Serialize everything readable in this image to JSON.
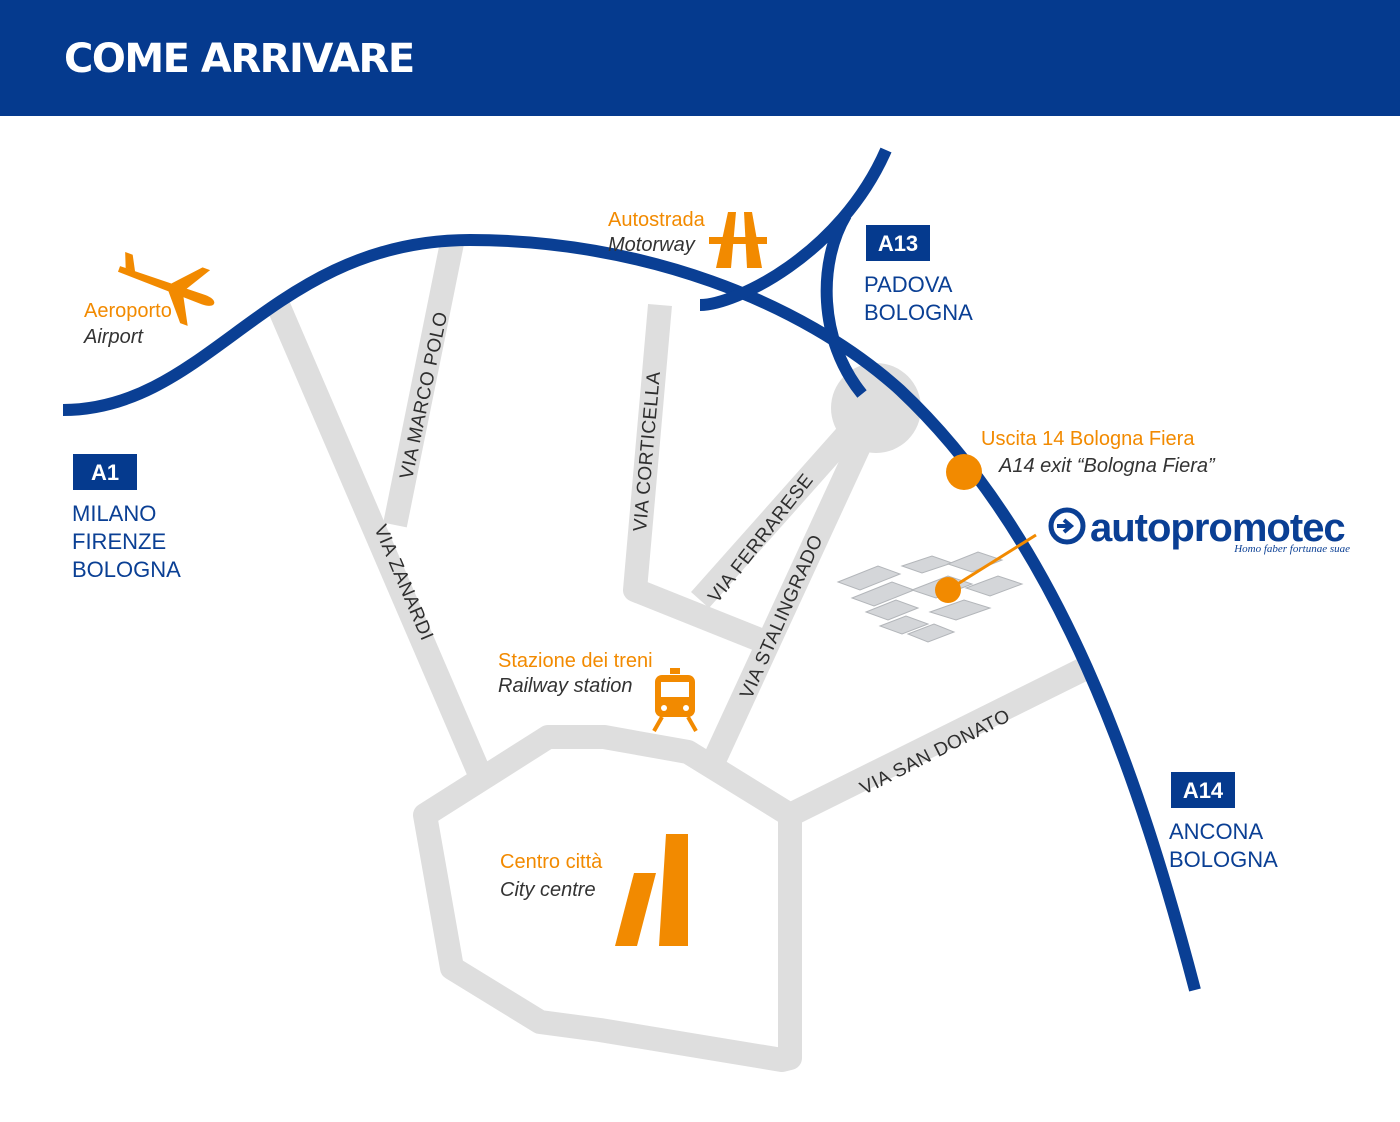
{
  "header": {
    "title": "COME ARRIVARE"
  },
  "colors": {
    "header_bg": "#053a8e",
    "highway": "#0a3f94",
    "accent": "#f28a00",
    "road": "#dedede"
  },
  "streets": {
    "marco_polo": "VIA MARCO POLO",
    "zanardi": "VIA ZANARDI",
    "corticella": "VIA CORTICELLA",
    "ferrarese": "VIA FERRARESE",
    "stalingrado": "VIA STALINGRADO",
    "san_donato": "VIA SAN DONATO"
  },
  "highways": {
    "a1": {
      "badge": "A1",
      "line1": "MILANO",
      "line2": "FIRENZE",
      "line3": "BOLOGNA"
    },
    "a13": {
      "badge": "A13",
      "line1": "PADOVA",
      "line2": "BOLOGNA"
    },
    "a14": {
      "badge": "A14",
      "line1": "ANCONA",
      "line2": "BOLOGNA"
    }
  },
  "places": {
    "airport": {
      "it": "Aeroporto",
      "en": "Airport",
      "icon": "airplane-icon"
    },
    "motorway": {
      "it": "Autostrada",
      "en": "Motorway",
      "icon": "motorway-icon"
    },
    "exit": {
      "it": "Uscita 14 Bologna Fiera",
      "en": "A14 exit “Bologna Fiera”"
    },
    "station": {
      "it": "Stazione dei treni",
      "en": "Railway station",
      "icon": "train-icon"
    },
    "centre": {
      "it": "Centro città",
      "en": "City centre",
      "icon": "towers-icon"
    }
  },
  "brand": {
    "name": "autopromotec",
    "tagline": "Homo faber fortunae suae"
  }
}
